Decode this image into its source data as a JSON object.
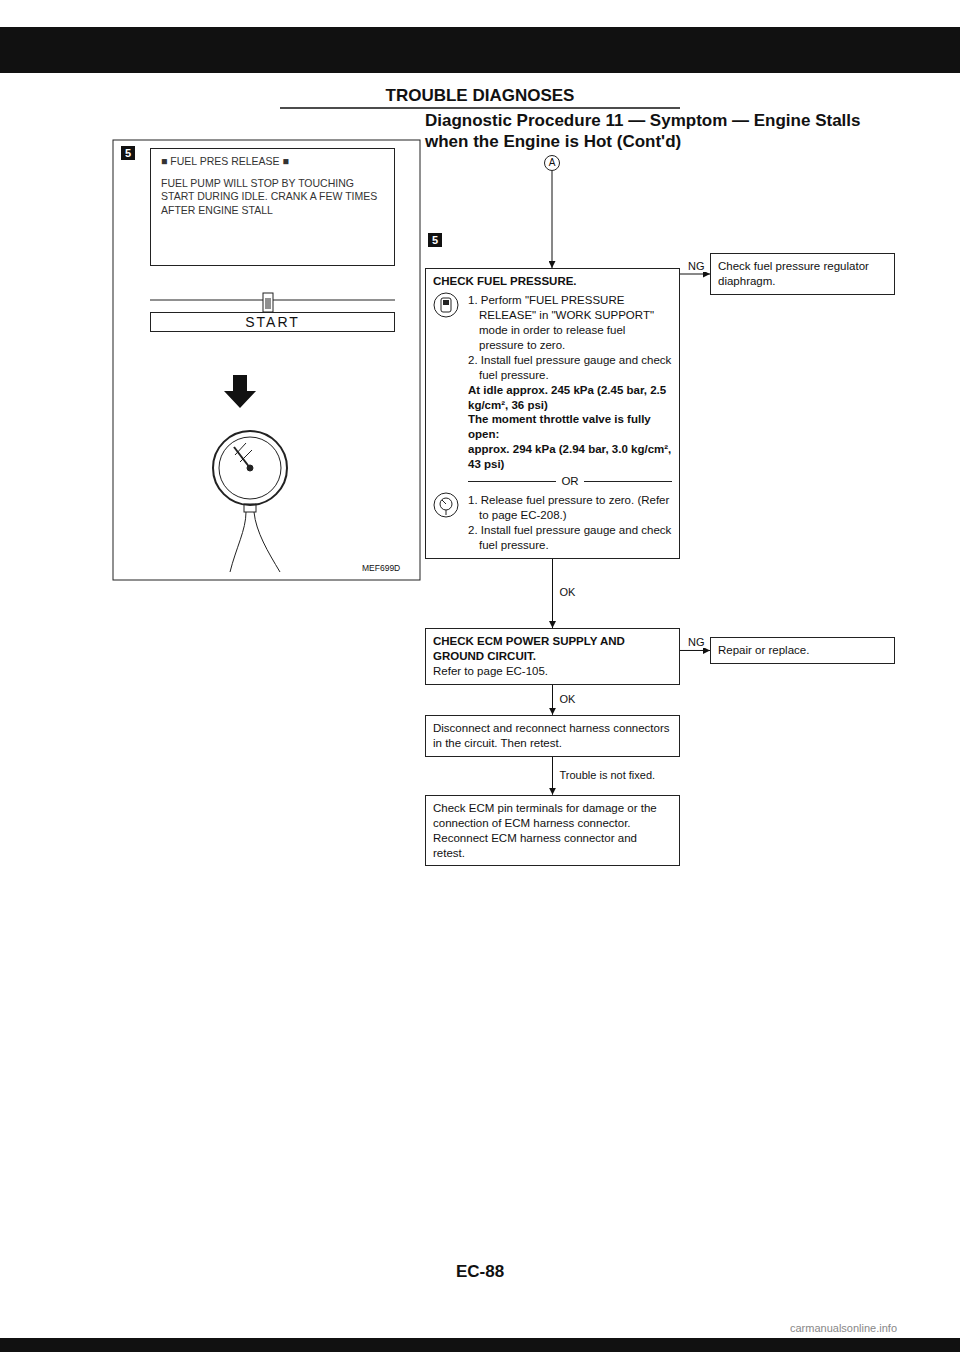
{
  "diagram": {
    "title": "Diagnostic Procedure 11 — Symptom — Engine Stalls when the Engine is Hot (Cont'd)",
    "nodes": [
      {
        "text": [
          "■ FUEL PRES RELEASE ■",
          "FUEL PUMP WILL STOP BY TOUCHING START DURING IDLE. CRANK A FEW TIMES AFTER ENGINE STALL"
        ]
      },
      {
        "text": [
          "START"
        ]
      },
      {
        "text": [
          "A"
        ]
      },
      {
        "text": [
          "CHECK FUEL PRESSURE.",
          "1. Perform \"FUEL PRESSURE RELEASE\" in \"WORK SUPPORT\" mode in order to release fuel pressure to zero.",
          "2. Install fuel pressure gauge and check fuel pressure.",
          "At idle approx. 245 kPa (2.45 bar, 2.5 kg/cm², 36 psi)",
          "The moment throttle valve is fully open:",
          "approx. 294 kPa (2.94 bar, 3.0 kg/cm², 43 psi)",
          "OR",
          "1. Release fuel pressure to zero. (Refer to page EC-208.)",
          "2. Install fuel pressure gauge and check fuel pressure."
        ]
      },
      {
        "text": [
          "Check fuel pressure regulator diaphragm."
        ]
      },
      {
        "text": [
          "CHECK ECM POWER SUPPLY AND GROUND CIRCUIT.",
          "Refer to page EC-105."
        ]
      },
      {
        "text": [
          "Repair or replace."
        ]
      },
      {
        "text": [
          "Disconnect and reconnect harness connectors in the circuit. Then retest."
        ]
      },
      {
        "text": [
          "Check ECM pin terminals for damage or the connection of ECM harness connector. Reconnect ECM harness connector and retest."
        ]
      }
    ],
    "edges": [
      {
        "from": 2,
        "to": 3,
        "arrow": "to"
      },
      {
        "from": 3,
        "to": 4,
        "label": "NG",
        "arrow": "to"
      },
      {
        "from": 3,
        "to": 5,
        "label": "OK",
        "arrow": "to"
      },
      {
        "from": 5,
        "to": 6,
        "label": "NG",
        "arrow": "to"
      },
      {
        "from": 5,
        "to": 7,
        "label": "OK",
        "arrow": "to"
      },
      {
        "from": 7,
        "to": 8,
        "label": "Trouble is not fixed.",
        "arrow": "to"
      }
    ],
    "labels": [
      "TROUBLE DIAGNOSES",
      "5",
      "5",
      "MEF699D",
      "EC-88",
      "carmanualsonline.info"
    ]
  }
}
